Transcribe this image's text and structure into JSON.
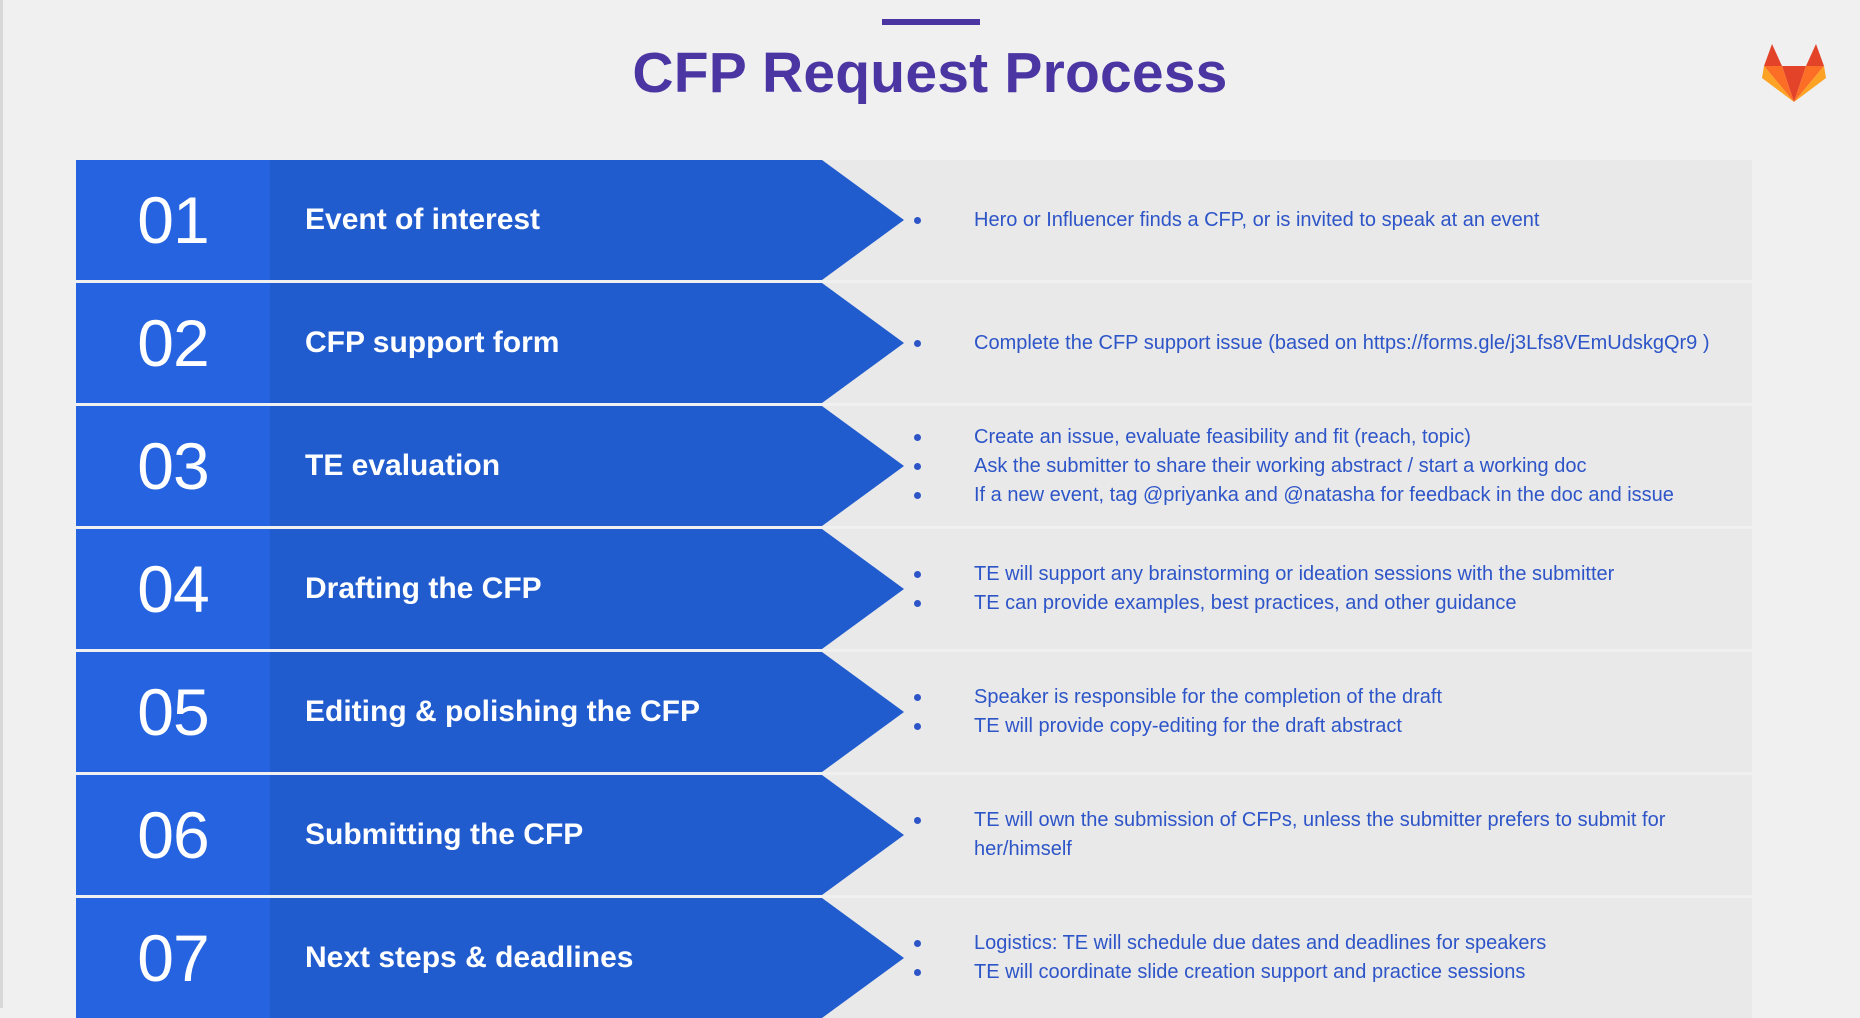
{
  "title": "CFP Request Process",
  "colors": {
    "accent": "#4a35a3",
    "number_box": "#2563e0",
    "arrow": "#215ccf",
    "row_bg": "#e9e9e9",
    "bullet_text": "#2d55c8"
  },
  "logo": {
    "icon": "fox-logo-icon"
  },
  "steps": [
    {
      "number": "01",
      "label": "Event of interest",
      "bullets": [
        "Hero or Influencer finds a CFP, or is invited to speak at an event"
      ]
    },
    {
      "number": "02",
      "label": "CFP support form",
      "bullets": [
        "Complete the CFP support issue (based on https://forms.gle/j3Lfs8VEmUdskgQr9 )"
      ]
    },
    {
      "number": "03",
      "label": "TE evaluation",
      "bullets": [
        "Create an issue, evaluate feasibility and fit (reach, topic)",
        "Ask the submitter to share their working abstract / start a working doc",
        "If a new event, tag @priyanka and @natasha for feedback in the doc and issue"
      ]
    },
    {
      "number": "04",
      "label": "Drafting the CFP",
      "bullets": [
        "TE will support any brainstorming or ideation sessions with the submitter",
        "TE can provide examples, best practices, and other guidance"
      ]
    },
    {
      "number": "05",
      "label": "Editing & polishing the CFP",
      "bullets": [
        "Speaker is responsible for the completion of the draft",
        "TE will provide copy-editing for the draft abstract"
      ]
    },
    {
      "number": "06",
      "label": "Submitting the CFP",
      "bullets": [
        "TE will own the submission of CFPs, unless the submitter prefers to submit for her/himself"
      ]
    },
    {
      "number": "07",
      "label": "Next steps & deadlines",
      "bullets": [
        "Logistics: TE will schedule due dates and deadlines for speakers",
        "TE will coordinate slide creation support and practice sessions"
      ]
    }
  ]
}
